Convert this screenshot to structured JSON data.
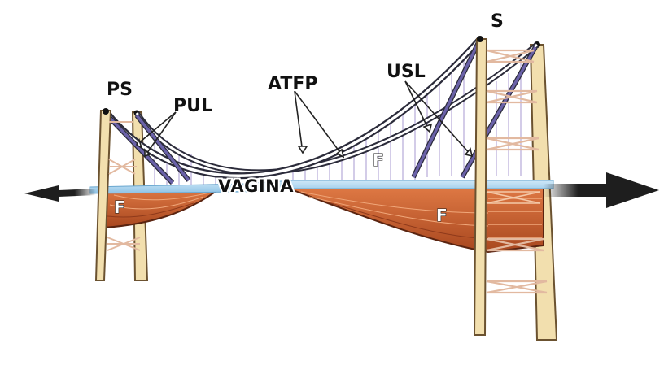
{
  "labels": {
    "ps": "PS",
    "pul": "PUL",
    "atfp": "ATFP",
    "usl": "USL",
    "s": "S",
    "vagina": "VAGINA",
    "f_left": "F",
    "f_center": "F",
    "f_right": "F"
  },
  "colors": {
    "tower_fill": "#f2dfae",
    "tower_stroke": "#6b5230",
    "tower_lattice": "#e2b9a0",
    "cable_dark": "#2b2b3a",
    "cable_light": "#ffffff",
    "stay_cable": "#6a61a8",
    "suspender": "#b6a9d8",
    "deck": "#a9d3ee",
    "muscle_fill": "#cf6a3a",
    "muscle_dark": "#8f3a1b",
    "muscle_light": "#f0a77a",
    "arrow": "#1e1e1e"
  }
}
